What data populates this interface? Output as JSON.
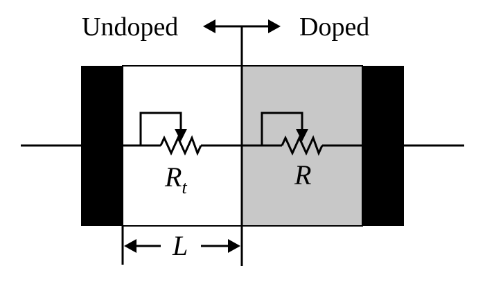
{
  "labels": {
    "undoped": "Undoped",
    "doped": "Doped",
    "length": "L",
    "resistor_left_main": "R",
    "resistor_left_sub": "t",
    "resistor_right": "R"
  },
  "colors": {
    "line": "#000000",
    "electrode": "#000000",
    "undoped_region": "#ffffff",
    "doped_region": "#c8c8c8"
  },
  "icons": {
    "left_right_arrow": "double-headed-arrow",
    "variable_resistor": "zigzag-with-arrow"
  }
}
